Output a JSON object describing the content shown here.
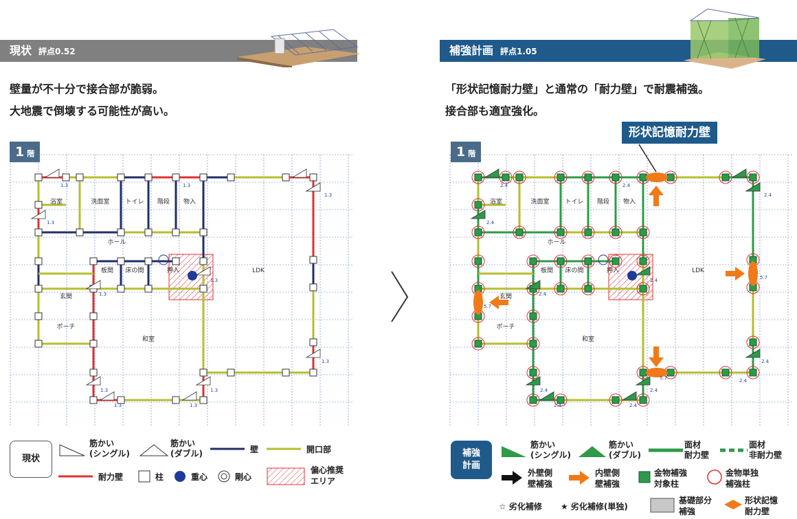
{
  "left": {
    "title": "現状",
    "score": "評点0.52",
    "desc1": "壁量が不十分で接合部が脆弱。",
    "desc2": "大地震で倒壊する可能性が高い。",
    "floor": "1",
    "floor_suffix": "階"
  },
  "right": {
    "title": "補強計画",
    "score": "評点1.05",
    "desc1": "「形状記憶耐力壁」と通常の「耐力壁」で耐震補強。",
    "desc2": "接合部も適宜強化。",
    "floor": "1",
    "floor_suffix": "階",
    "callout": "形状記憶耐力壁"
  },
  "rooms": {
    "bath": "浴室",
    "wash": "洗面室",
    "toilet": "トイレ",
    "stairs": "階段",
    "storage": "物入",
    "hall": "ホール",
    "board": "板間",
    "toko": "床の間",
    "oshiire": "押入",
    "ldk": "LDK",
    "genkan": "玄関",
    "porch": "ポーチ",
    "washitsu": "和室"
  },
  "legend_left": {
    "label": "現状",
    "brace_single": "筋かい",
    "brace_single2": "(シングル)",
    "brace_double": "筋かい",
    "brace_double2": "(ダブル)",
    "wall": "壁",
    "opening": "開口部",
    "bearing": "耐力壁",
    "column": "柱",
    "cog": "重心",
    "cor": "剛心",
    "eccentric1": "偏心推奨",
    "eccentric2": "エリア"
  },
  "legend_right": {
    "label1": "補強",
    "label2": "計画",
    "brace_single": "筋かい",
    "brace_single2": "(シングル)",
    "brace_double": "筋かい",
    "brace_double2": "(ダブル)",
    "panel1": "面材",
    "panel2": "耐力壁",
    "panel_nb1": "面材",
    "panel_nb2": "非耐力壁",
    "ext1": "外壁側",
    "ext2": "壁補強",
    "int1": "内壁側",
    "int2": "壁補強",
    "hw1": "金物補強",
    "hw2": "対象柱",
    "hws1": "金物単独",
    "hws2": "補強柱",
    "deg": "☆ 劣化補修",
    "deg2": "★ 劣化補修(単独)",
    "found1": "基礎部分",
    "found2": "補強",
    "sm1": "形状記憶",
    "sm2": "耐力壁"
  },
  "values": {
    "v13": "1.3",
    "v24": "2.4",
    "v57": "5.7"
  },
  "colors": {
    "left_header": "#808080",
    "right_header": "#1f5a8a",
    "red": "#e03030",
    "navy": "#1f2f6a",
    "yellow": "#b5be2e",
    "green": "#2e9a4a",
    "orange": "#f07a1a"
  }
}
